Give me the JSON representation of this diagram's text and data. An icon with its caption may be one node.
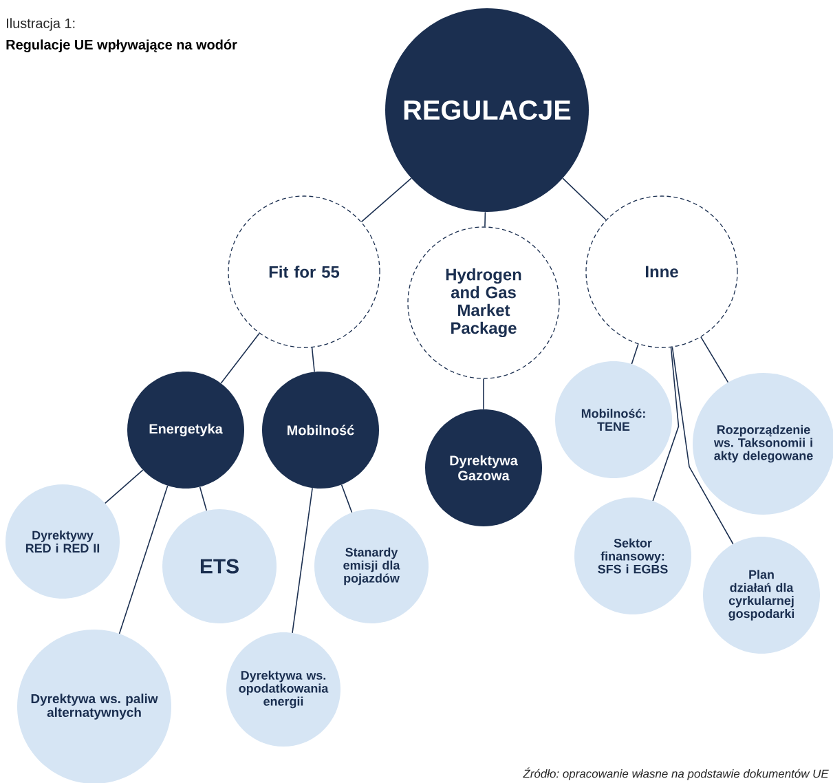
{
  "diagram": {
    "title": "Regulacje UE wpływające na wodór",
    "caption": "Źródło: opracowanie własne na podstawie dokumentów UE",
    "labels": [
      "Ilustracja 1:"
    ],
    "nodes": [
      {
        "text": [
          "REGULACJE"
        ]
      },
      {
        "text": [
          "Fit for 55"
        ]
      },
      {
        "text": [
          "Hydrogen and Gas Market Package"
        ]
      },
      {
        "text": [
          "Inne"
        ]
      },
      {
        "text": [
          "Energetyka"
        ]
      },
      {
        "text": [
          "Mobilność"
        ]
      },
      {
        "text": [
          "Dyrektywa Gazowa"
        ]
      },
      {
        "text": [
          "Mobilność: TENE"
        ]
      },
      {
        "text": [
          "Rozporządzenie ws. Taksonomii i akty delegowane"
        ]
      },
      {
        "text": [
          "Dyrektywy RED i RED II"
        ]
      },
      {
        "text": [
          "ETS"
        ]
      },
      {
        "text": [
          "Dyrektywa ws. paliw alternatywnych"
        ]
      },
      {
        "text": [
          "Stanardy emisji dla pojazdów"
        ]
      },
      {
        "text": [
          "Dyrektywa ws. opodatkowania energii"
        ]
      },
      {
        "text": [
          "Sektor finansowy: SFS i EGBS"
        ]
      },
      {
        "text": [
          "Plan działań dla cyrkularnej gospodarki"
        ]
      }
    ],
    "edges": [
      {
        "from": 0,
        "to": 1,
        "arrow": "none"
      },
      {
        "from": 0,
        "to": 2,
        "arrow": "none"
      },
      {
        "from": 0,
        "to": 3,
        "arrow": "none"
      },
      {
        "from": 1,
        "to": 4,
        "arrow": "none"
      },
      {
        "from": 1,
        "to": 5,
        "arrow": "none"
      },
      {
        "from": 2,
        "to": 6,
        "arrow": "none"
      },
      {
        "from": 3,
        "to": 7,
        "arrow": "none"
      },
      {
        "from": 3,
        "to": 14,
        "arrow": "none"
      },
      {
        "from": 3,
        "to": 8,
        "arrow": "none"
      },
      {
        "from": 3,
        "to": 15,
        "arrow": "none"
      },
      {
        "from": 4,
        "to": 9,
        "arrow": "none"
      },
      {
        "from": 4,
        "to": 11,
        "arrow": "none"
      },
      {
        "from": 4,
        "to": 10,
        "arrow": "none"
      },
      {
        "from": 5,
        "to": 13,
        "arrow": "none"
      },
      {
        "from": 5,
        "to": 12,
        "arrow": "none"
      }
    ]
  }
}
